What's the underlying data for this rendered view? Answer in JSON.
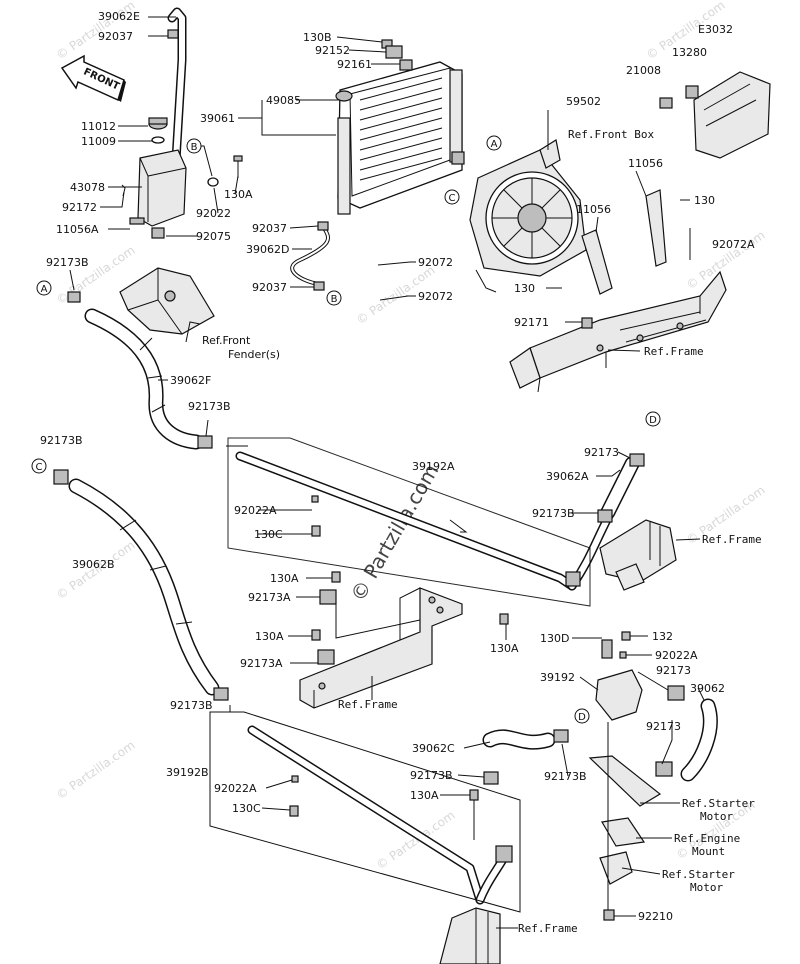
{
  "diagram_code": "E3032",
  "front_arrow": "FRONT",
  "watermark": "© Partzilla.com",
  "callouts": {
    "A": "A",
    "B": "B",
    "C": "C",
    "D": "D"
  },
  "labels": {
    "p39062E": "39062E",
    "p92037_top": "92037",
    "p11012": "11012",
    "p11009": "11009",
    "p43078": "43078",
    "p92172": "92172",
    "p11056A": "11056A",
    "p92022": "92022",
    "p130A_tank": "130A",
    "p92075": "92075",
    "p92173B_1": "92173B",
    "refFrontFender": "Ref.Front\nFender(s)",
    "p39062F": "39062F",
    "p92173B_2": "92173B",
    "p130B": "130B",
    "p92152": "92152",
    "p92161": "92161",
    "p39061": "39061",
    "p49085": "49085",
    "p92037_mid": "92037",
    "p39062D": "39062D",
    "p92037_low": "92037",
    "p92072_a": "92072",
    "p92072_b": "92072",
    "p59502": "59502",
    "refFrontBox": "Ref.Front Box",
    "p21008": "21008",
    "p13280": "13280",
    "p11056_a": "11056",
    "p11056_b": "11056",
    "p130_a": "130",
    "p92072A": "92072A",
    "p130_b": "130",
    "p92171": "92171",
    "refFrame1": "Ref.Frame",
    "p92173B_3": "92173B",
    "p39062B": "39062B",
    "p39192A": "39192A",
    "p92022A_1": "92022A",
    "p130C_1": "130C",
    "p92173_1": "92173",
    "p39062A": "39062A",
    "p92173B_4": "92173B",
    "refFrame2": "Ref.Frame",
    "p130A_1": "130A",
    "p92173A_1": "92173A",
    "p130A_2": "130A",
    "p92173A_2": "92173A",
    "refFrame3": "Ref.Frame",
    "p130A_3": "130A",
    "p130D": "130D",
    "p132": "132",
    "p92022A_2": "92022A",
    "p39192": "39192",
    "p92173_2": "92173",
    "p39062": "39062",
    "p92173_3": "92173",
    "p92173B_5": "92173B",
    "p39192B": "39192B",
    "p92022A_3": "92022A",
    "p130C_2": "130C",
    "p39062C": "39062C",
    "p92173B_6": "92173B",
    "p92173B_7": "92173B",
    "p130A_4": "130A",
    "refStarter1": "Ref.Starter\nMotor",
    "refEngine": "Ref.Engine\nMount",
    "refStarter2": "Ref.Starter\nMotor",
    "p92210": "92210",
    "refFrame4": "Ref.Frame"
  }
}
